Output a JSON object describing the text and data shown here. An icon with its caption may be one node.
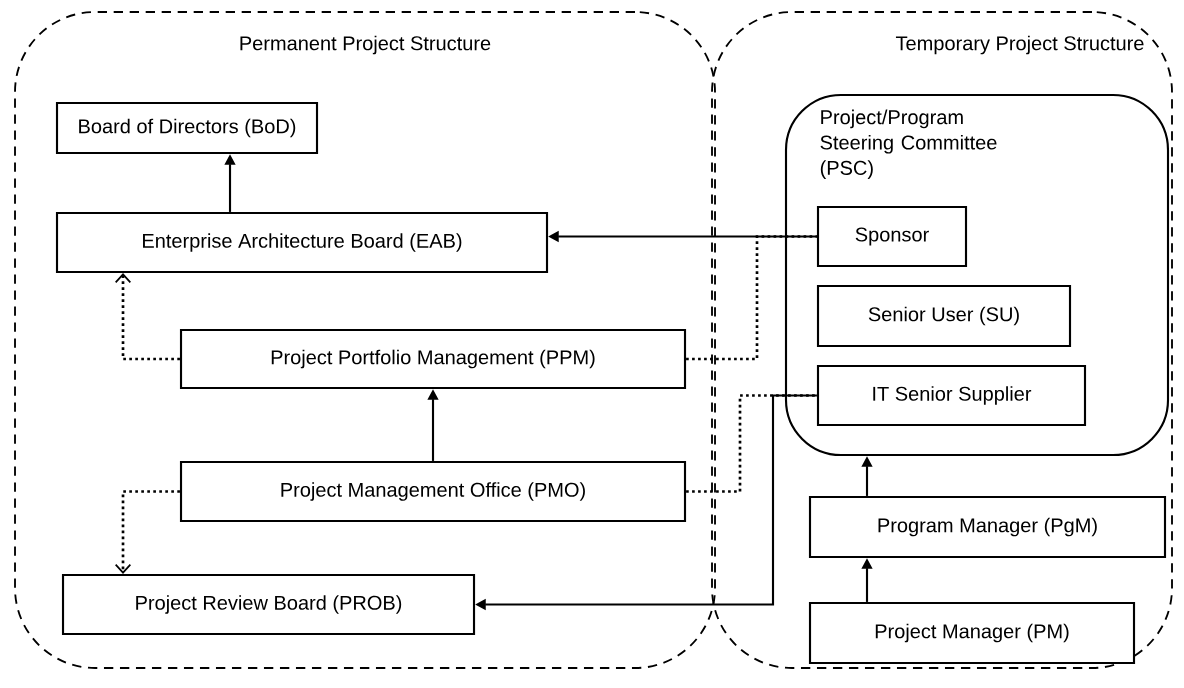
{
  "diagram": {
    "nodes": [
      {
        "text": [
          "Permanent Project Structure"
        ]
      },
      {
        "text": [
          "Temporary Project Structure"
        ]
      },
      {
        "text": [
          "Board of Directors (BoD)"
        ],
        "in": 0
      },
      {
        "text": [
          "Enterprise Architecture Board (EAB)"
        ],
        "in": 0
      },
      {
        "text": [
          "Project Portfolio Management (PPM)"
        ],
        "in": 0
      },
      {
        "text": [
          "Project Management Office (PMO)"
        ],
        "in": 0
      },
      {
        "text": [
          "Project Review Board (PROB)"
        ],
        "in": 0
      },
      {
        "text": [
          "Project/Program Steering Committee (PSC)"
        ],
        "in": 1
      },
      {
        "text": [
          "Sponsor"
        ],
        "in": 7
      },
      {
        "text": [
          "Senior User (SU)"
        ],
        "in": 7
      },
      {
        "text": [
          "IT Senior Supplier"
        ],
        "in": 7
      },
      {
        "text": [
          "Program Manager (PgM)"
        ],
        "in": 1
      },
      {
        "text": [
          "Project Manager (PM)"
        ],
        "in": 1
      }
    ],
    "edges": [
      {
        "from": 3,
        "to": 2,
        "arrow": "to"
      },
      {
        "from": 8,
        "to": 3,
        "arrow": "to"
      },
      {
        "from": 4,
        "to": 8,
        "arrow": "none",
        "style": "dashed"
      },
      {
        "from": 4,
        "to": 3,
        "arrow": "to",
        "style": "dashed"
      },
      {
        "from": 5,
        "to": 4,
        "arrow": "to"
      },
      {
        "from": 5,
        "to": 10,
        "arrow": "none",
        "style": "dashed"
      },
      {
        "from": 5,
        "to": 6,
        "arrow": "to",
        "style": "dashed"
      },
      {
        "from": 10,
        "to": 6,
        "arrow": "to"
      },
      {
        "from": 11,
        "to": 7,
        "arrow": "to"
      },
      {
        "from": 12,
        "to": 11,
        "arrow": "to"
      }
    ]
  }
}
